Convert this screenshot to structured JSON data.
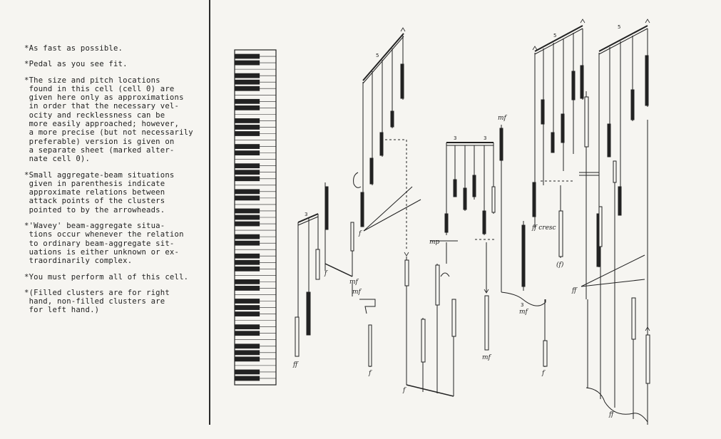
{
  "notes": [
    "*As fast as possible.",
    "*Pedal as you see fit.",
    "*The size and pitch locations\n found in this cell (cell 0) are\n given here only as approximations\n in order that the necessary vel-\n ocity and recklessness can be\n more easily approached; however,\n a more precise (but not necessarily\n preferable) version is given on\n a separate sheet (marked alter-\n nate cell 0).",
    "*Small aggregate-beam situations\n given in parenthesis indicate\n approximate relations between\n attack points of the clusters\n pointed to by the arrowheads.",
    "*'Wavey' beam-aggregate situa-\n tions occur whenever the relation\n to ordinary beam-aggregate sit-\n uations is either unknown or ex-\n traordinarily complex.",
    "*You must perform all of this cell.",
    "*(Filled clusters are for right\n hand, non-filled clusters are\n for left hand.)"
  ],
  "score": {
    "dynamics": {
      "ff_left": "ff",
      "f_a": "f",
      "f_b": "f",
      "f_c": "f",
      "f_d": "f",
      "f_e": "f",
      "mf_a": "mf",
      "mf_b": "mf",
      "mf_c": "mf",
      "mf_d": "mf",
      "mf_e": "mf",
      "mp": "mp",
      "ff_cresc": "ff cresc",
      "f_paren": "(f)",
      "ff_right": "ff",
      "ff_k": "ff"
    },
    "tuplets": {
      "t3_a": "3",
      "t5_a": "5",
      "t3_b": "3",
      "t3_c": "3",
      "t5_b": "5",
      "t5_c": "5",
      "t3_d": "3"
    }
  }
}
